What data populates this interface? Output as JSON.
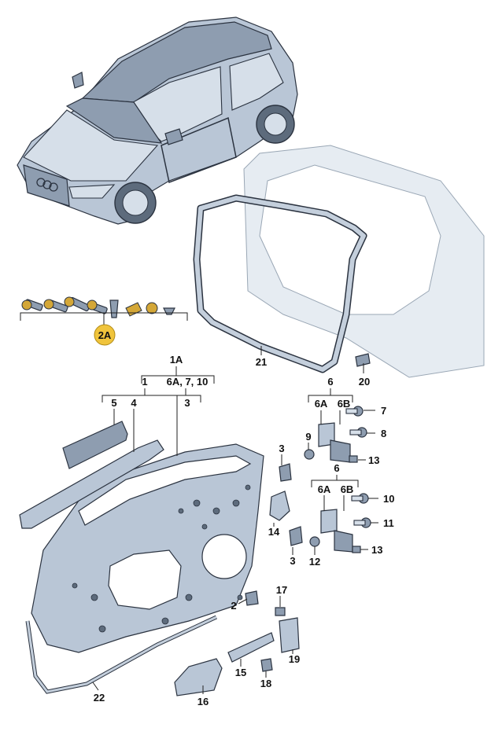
{
  "colors": {
    "part_fill": "#b9c6d6",
    "outline": "#2b3340",
    "highlight_badge": "#f0c43c",
    "background": "#ffffff"
  },
  "labels": {
    "l_1A": "1A",
    "l_1": "1",
    "l_6A_7_10": "6A, 7, 10",
    "l_3_top": "3",
    "l_5": "5",
    "l_4": "4",
    "l_2A": "2A",
    "l_21": "21",
    "l_20": "20",
    "l_6_top": "6",
    "l_6A_top": "6A",
    "l_6B_top": "6B",
    "l_7": "7",
    "l_8": "8",
    "l_9": "9",
    "l_13_top": "13",
    "l_6_bot": "6",
    "l_6A_bot": "6A",
    "l_6B_bot": "6B",
    "l_10": "10",
    "l_11": "11",
    "l_12": "12",
    "l_13_bot": "13",
    "l_3_mid": "3",
    "l_14": "14",
    "l_3_low": "3",
    "l_2": "2",
    "l_17": "17",
    "l_19": "19",
    "l_15": "15",
    "l_18": "18",
    "l_16": "16",
    "l_22": "22"
  },
  "icons": {
    "car": "car-illustration-icon",
    "door": "door-shell-icon",
    "hinge": "hinge-icon",
    "bolt": "bolt-icon"
  }
}
